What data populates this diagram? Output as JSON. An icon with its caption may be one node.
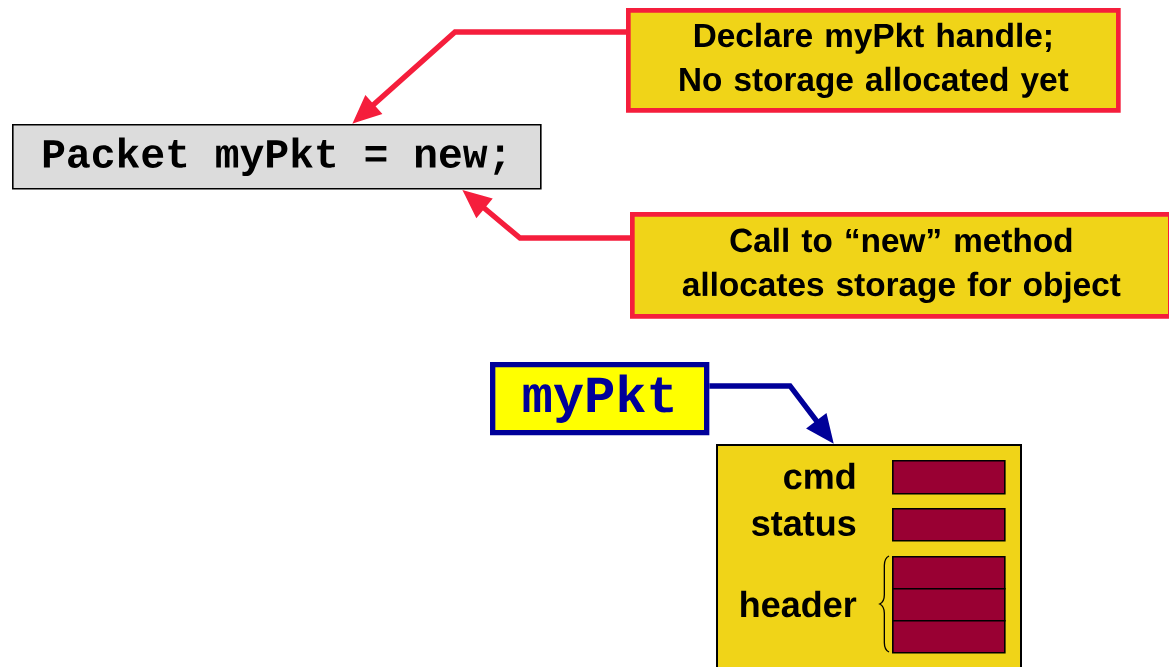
{
  "diagram": {
    "nodes": [
      {
        "text": [
          "Packet myPkt = new;"
        ]
      },
      {
        "text": [
          "Declare myPkt handle; No storage allocated yet"
        ]
      },
      {
        "text": [
          "Call to “new” method allocates storage for object"
        ]
      },
      {
        "text": [
          "myPkt"
        ]
      },
      {
        "text": [
          "cmd",
          "status",
          "header"
        ]
      },
      {
        "text": [],
        "shape": "bar",
        "in": 4
      },
      {
        "text": [],
        "shape": "bar",
        "in": 4
      },
      {
        "text": [],
        "shape": "bar",
        "in": 4
      },
      {
        "text": [],
        "shape": "bar",
        "in": 4
      },
      {
        "text": [],
        "shape": "bar",
        "in": 4
      }
    ],
    "edges": [
      {
        "from": 1,
        "to": 0,
        "arrow": "to"
      },
      {
        "from": 2,
        "to": 0,
        "arrow": "to"
      },
      {
        "from": 3,
        "to": 4,
        "arrow": "to",
        "color": "#000099"
      }
    ]
  }
}
